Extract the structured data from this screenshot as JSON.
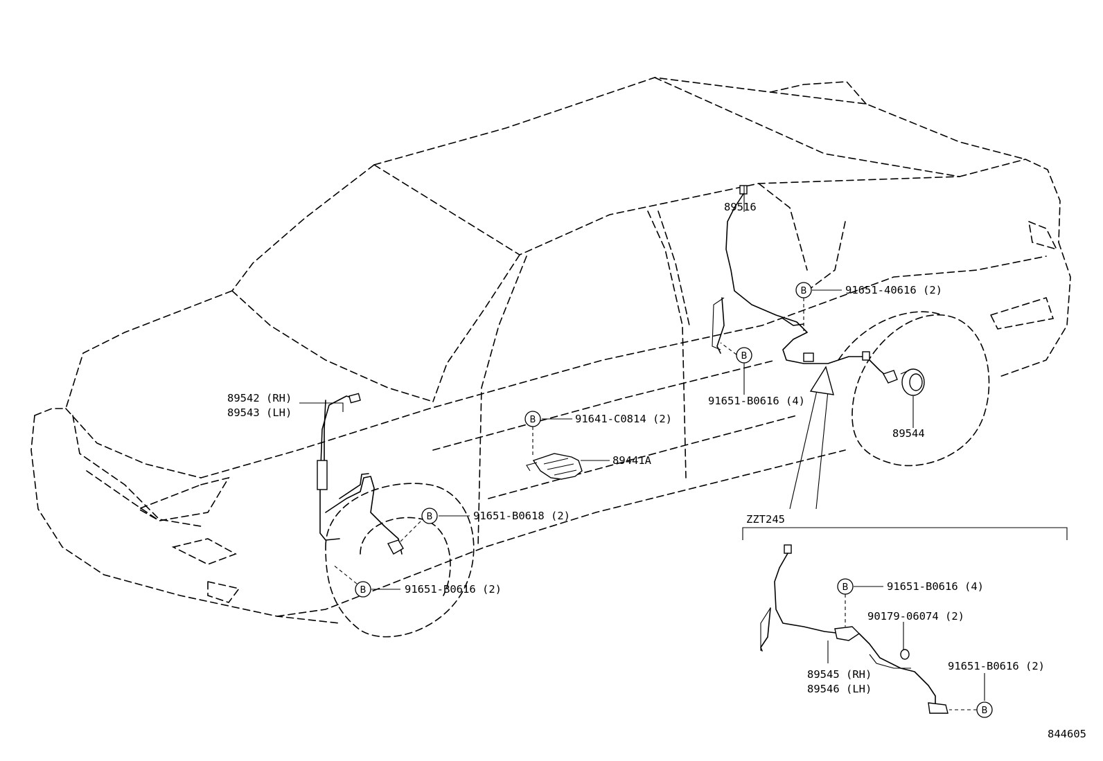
{
  "diagram": {
    "figure_number": "844605",
    "variant_label": "ZZT245",
    "bolt_symbol": "B",
    "callouts": {
      "front_sensor_rh": "89542 (RH)",
      "front_sensor_lh": "89543 (LH)",
      "front_bolt_upper": "91651-B0618 (2)",
      "front_bolt_lower": "91651-B0616 (2)",
      "ecu_bolt": "91641-C0814 (2)",
      "ecu": "89441A",
      "rear_harness": "89516",
      "rear_bolt_upper": "91651-40616 (2)",
      "rear_bolt_lower": "91651-B0616 (4)",
      "rear_rotor": "89544",
      "inset_bolt_upper": "91651-B0616 (4)",
      "inset_nut": "90179-06074 (2)",
      "inset_bolt_lower": "91651-B0616 (2)",
      "inset_sensor_rh": "89545 (RH)",
      "inset_sensor_lh": "89546 (LH)"
    }
  }
}
